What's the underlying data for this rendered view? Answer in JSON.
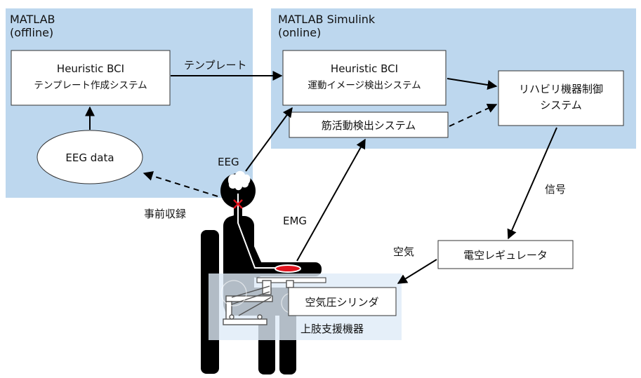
{
  "regions": {
    "offline": {
      "title": "MATLAB",
      "subtitle": "(offline)"
    },
    "online": {
      "title": "MATLAB Simulink",
      "subtitle": "(online)"
    },
    "support": {
      "label": "上肢支援機器"
    }
  },
  "boxes": {
    "template": {
      "line1": "Heuristic BCI",
      "line2": "テンプレート作成システム"
    },
    "eeg_data": {
      "label": "EEG data"
    },
    "detect": {
      "line1": "Heuristic BCI",
      "line2": "運動イメージ検出システム"
    },
    "muscle": {
      "label": "筋活動検出システム"
    },
    "rehab": {
      "line1": "リハビリ機器制御",
      "line2": "システム"
    },
    "regulator": {
      "label": "電空レギュレータ"
    },
    "cylinder": {
      "label": "空気圧シリンダ"
    }
  },
  "arrow_labels": {
    "template": "テンプレート",
    "eeg": "EEG",
    "emg": "EMG",
    "prerecord": "事前収録",
    "signal": "信号",
    "air": "空気"
  },
  "colors": {
    "region_fill": "#bdd7ee",
    "support_fill": "#deebf7",
    "figure": "#000000",
    "arm_pad": "#e0141e"
  }
}
